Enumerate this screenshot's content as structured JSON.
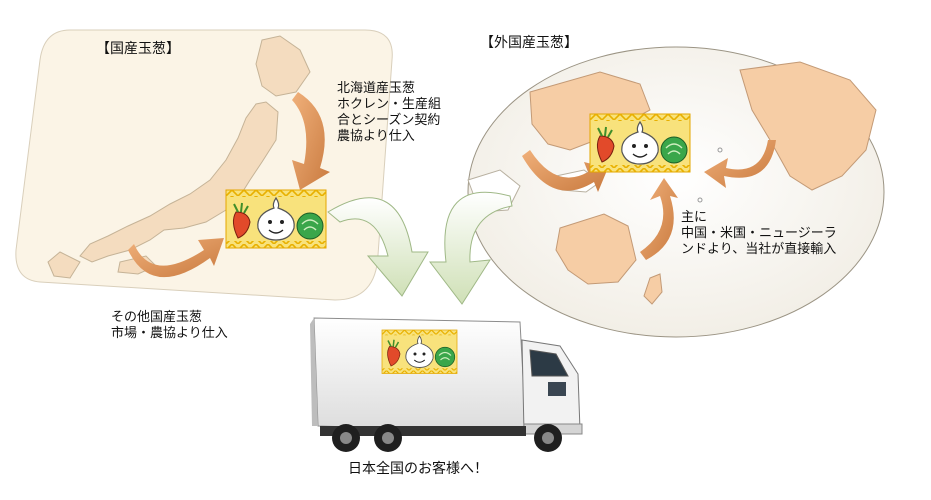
{
  "domestic": {
    "title": "【国産玉葱】",
    "hokkaido_note": [
      "北海道産玉葱",
      "ホクレン・生産組",
      "合とシーズン契約",
      "農協より仕入"
    ],
    "other_note": [
      "その他国産玉葱",
      "市場・農協より仕入"
    ]
  },
  "foreign": {
    "title": "【外国産玉葱】",
    "note": [
      "主に",
      "中国・米国・ニュージーラ",
      "ンドより、当社が直接輸入"
    ]
  },
  "delivery_caption": "日本全国のお客様へ！",
  "colors": {
    "map_panel": "#fbf4e6",
    "land": "#f6cda5",
    "land_outline": "#b7a48a",
    "arrow_orange": "#d88c50",
    "arrow_green": "#dfe9cf",
    "logo_bg": "#f7e07a",
    "logo_border": "#e0a400"
  },
  "icons": [
    "onion-mascot-icon",
    "carrot-icon",
    "cabbage-icon",
    "truck-icon"
  ]
}
